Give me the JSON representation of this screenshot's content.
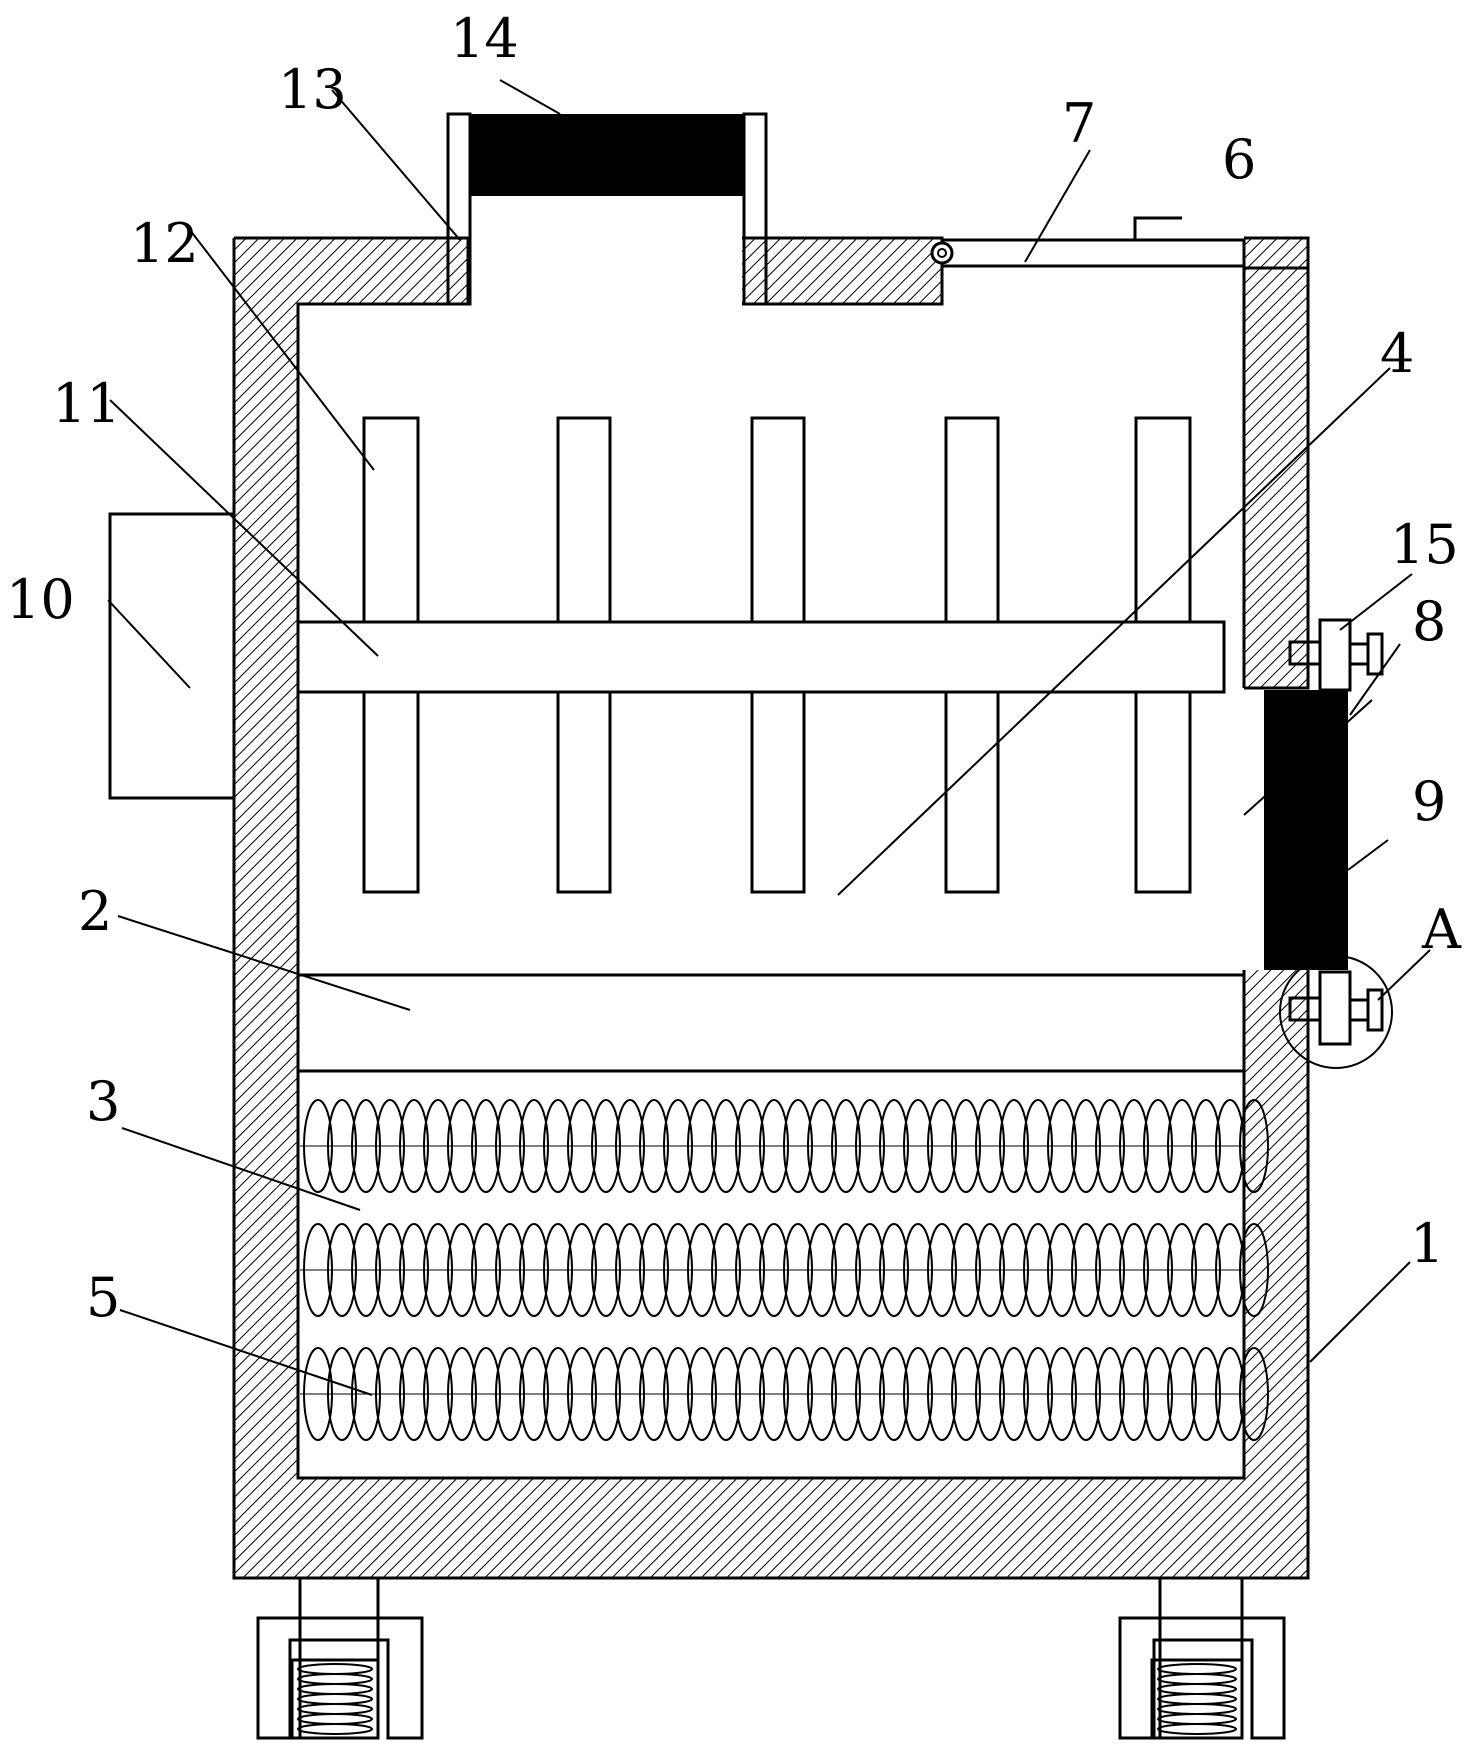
{
  "labels": {
    "l1": "1",
    "l2": "2",
    "l3": "3",
    "l4": "4",
    "l5": "5",
    "l6": "6",
    "l7": "7",
    "l8": "8",
    "l9": "9",
    "l10": "10",
    "l11": "11",
    "l12": "12",
    "l13": "13",
    "l14": "14",
    "l15": "15",
    "lA": "A"
  },
  "colors": {
    "ink": "#000000",
    "paper": "#ffffff"
  }
}
